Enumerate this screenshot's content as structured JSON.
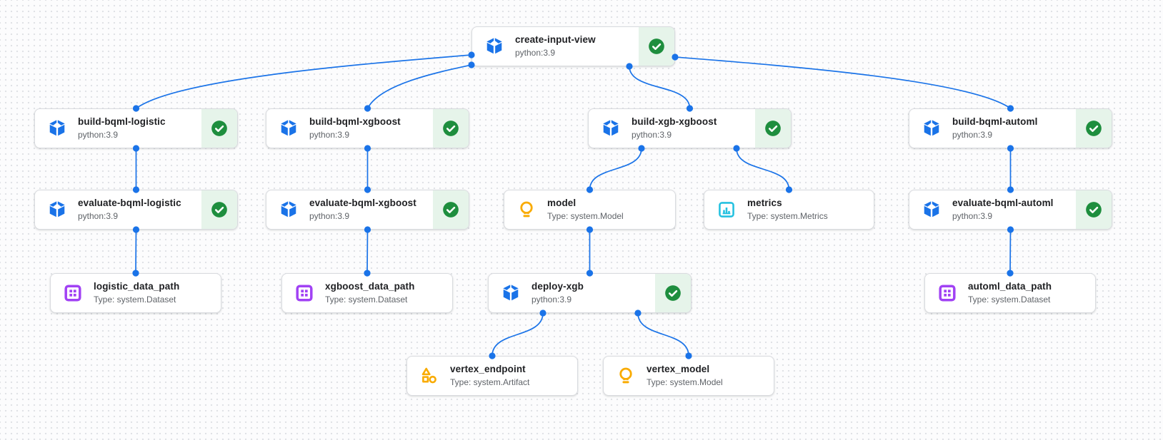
{
  "app": {
    "name": "pipeline-dag-canvas"
  },
  "colors": {
    "edge_blue": "#1a73e8",
    "task_icon_blue": "#1a73e8",
    "success_green": "#1e8e3e",
    "success_bg": "#e6f4ea",
    "dataset_purple": "#a142f4",
    "model_yellow": "#f9ab00",
    "artifact_orange": "#f9ab00",
    "metrics_cyan": "#24c1e0",
    "title_text": "#202124",
    "subtitle_text": "#5f6368"
  },
  "nodes": [
    {
      "id": "create-input-view",
      "title": "create-input-view",
      "subtitle": "python:3.9",
      "icon": "component-box-icon",
      "status": "succeeded",
      "kind": "task"
    },
    {
      "id": "build-bqml-logistic",
      "title": "build-bqml-logistic",
      "subtitle": "python:3.9",
      "icon": "component-box-icon",
      "status": "succeeded",
      "kind": "task"
    },
    {
      "id": "build-bqml-xgboost",
      "title": "build-bqml-xgboost",
      "subtitle": "python:3.9",
      "icon": "component-box-icon",
      "status": "succeeded",
      "kind": "task"
    },
    {
      "id": "build-xgb-xgboost",
      "title": "build-xgb-xgboost",
      "subtitle": "python:3.9",
      "icon": "component-box-icon",
      "status": "succeeded",
      "kind": "task"
    },
    {
      "id": "build-bqml-automl",
      "title": "build-bqml-automl",
      "subtitle": "python:3.9",
      "icon": "component-box-icon",
      "status": "succeeded",
      "kind": "task"
    },
    {
      "id": "evaluate-bqml-logistic",
      "title": "evaluate-bqml-logistic",
      "subtitle": "python:3.9",
      "icon": "component-box-icon",
      "status": "succeeded",
      "kind": "task"
    },
    {
      "id": "evaluate-bqml-xgboost",
      "title": "evaluate-bqml-xgboost",
      "subtitle": "python:3.9",
      "icon": "component-box-icon",
      "status": "succeeded",
      "kind": "task"
    },
    {
      "id": "model",
      "title": "model",
      "subtitle": "Type: system.Model",
      "icon": "model-lightbulb-icon",
      "status": null,
      "kind": "artifact"
    },
    {
      "id": "metrics",
      "title": "metrics",
      "subtitle": "Type: system.Metrics",
      "icon": "metrics-icon",
      "status": null,
      "kind": "artifact"
    },
    {
      "id": "evaluate-bqml-automl",
      "title": "evaluate-bqml-automl",
      "subtitle": "python:3.9",
      "icon": "component-box-icon",
      "status": "succeeded",
      "kind": "task"
    },
    {
      "id": "logistic_data_path",
      "title": "logistic_data_path",
      "subtitle": "Type: system.Dataset",
      "icon": "dataset-icon",
      "status": null,
      "kind": "artifact"
    },
    {
      "id": "xgboost_data_path",
      "title": "xgboost_data_path",
      "subtitle": "Type: system.Dataset",
      "icon": "dataset-icon",
      "status": null,
      "kind": "artifact"
    },
    {
      "id": "deploy-xgb",
      "title": "deploy-xgb",
      "subtitle": "python:3.9",
      "icon": "component-box-icon",
      "status": "succeeded",
      "kind": "task"
    },
    {
      "id": "automl_data_path",
      "title": "automl_data_path",
      "subtitle": "Type: system.Dataset",
      "icon": "dataset-icon",
      "status": null,
      "kind": "artifact"
    },
    {
      "id": "vertex_endpoint",
      "title": "vertex_endpoint",
      "subtitle": "Type: system.Artifact",
      "icon": "artifact-icon",
      "status": null,
      "kind": "artifact"
    },
    {
      "id": "vertex_model",
      "title": "vertex_model",
      "subtitle": "Type: system.Model",
      "icon": "model-lightbulb-icon",
      "status": null,
      "kind": "artifact"
    }
  ],
  "edges": [
    {
      "from": "create-input-view",
      "to": "build-bqml-logistic"
    },
    {
      "from": "create-input-view",
      "to": "build-bqml-xgboost"
    },
    {
      "from": "create-input-view",
      "to": "build-xgb-xgboost"
    },
    {
      "from": "create-input-view",
      "to": "build-bqml-automl"
    },
    {
      "from": "build-bqml-logistic",
      "to": "evaluate-bqml-logistic"
    },
    {
      "from": "evaluate-bqml-logistic",
      "to": "logistic_data_path"
    },
    {
      "from": "build-bqml-xgboost",
      "to": "evaluate-bqml-xgboost"
    },
    {
      "from": "evaluate-bqml-xgboost",
      "to": "xgboost_data_path"
    },
    {
      "from": "build-xgb-xgboost",
      "to": "model"
    },
    {
      "from": "build-xgb-xgboost",
      "to": "metrics"
    },
    {
      "from": "build-bqml-automl",
      "to": "evaluate-bqml-automl"
    },
    {
      "from": "evaluate-bqml-automl",
      "to": "automl_data_path"
    },
    {
      "from": "model",
      "to": "deploy-xgb"
    },
    {
      "from": "deploy-xgb",
      "to": "vertex_endpoint"
    },
    {
      "from": "deploy-xgb",
      "to": "vertex_model"
    }
  ]
}
